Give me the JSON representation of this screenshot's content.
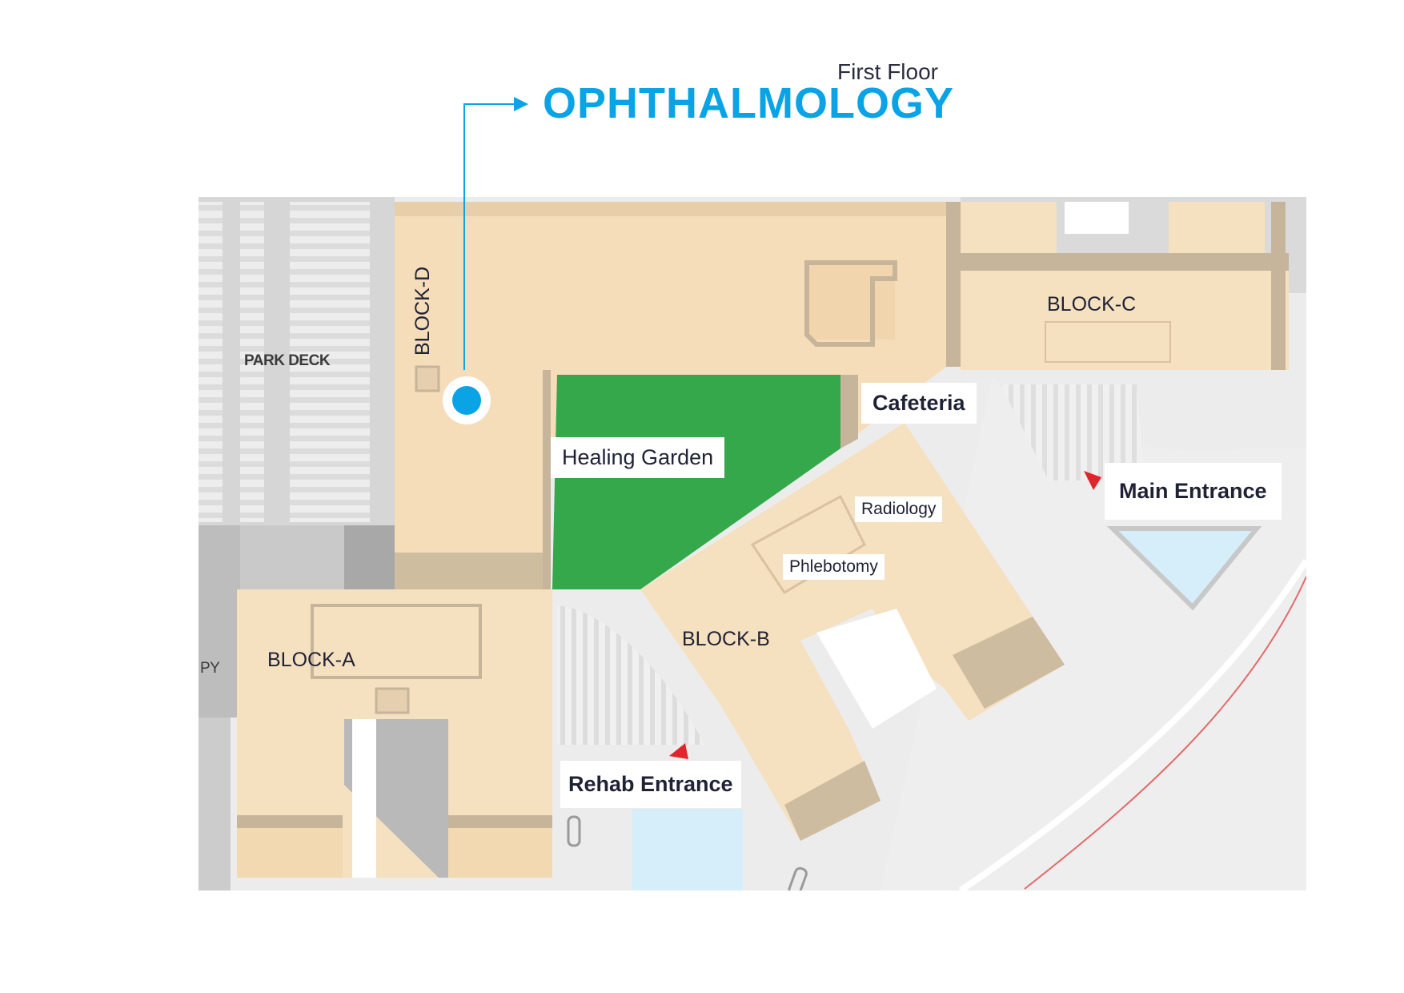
{
  "header": {
    "floor": "First Floor",
    "department": "OPHTHALMOLOGY"
  },
  "map": {
    "blocks": {
      "block_a": "BLOCK-A",
      "block_b": "BLOCK-B",
      "block_c": "BLOCK-C",
      "block_d": "BLOCK-D"
    },
    "park_deck": "PARK DECK",
    "edge_fragment": "PY",
    "places": {
      "cafeteria": "Cafeteria",
      "healing_garden": "Healing Garden",
      "radiology": "Radiology",
      "phlebotomy": "Phlebotomy",
      "main_entrance": "Main Entrance",
      "rehab_entrance": "Rehab Entrance"
    },
    "colors": {
      "building": "#f5e0bf",
      "building_shadow": "#c6b59a",
      "garden": "#34a84a",
      "parking": "#d4d4d4",
      "ground": "#ececec",
      "water": "#d6eefa",
      "marker": "#0aa3e6",
      "entrance_arrow": "#e0262c",
      "road_line": "#e36a6a"
    },
    "icons": {
      "location_marker": "location-pin-icon",
      "entrance_arrow": "entrance-arrow-icon"
    }
  }
}
